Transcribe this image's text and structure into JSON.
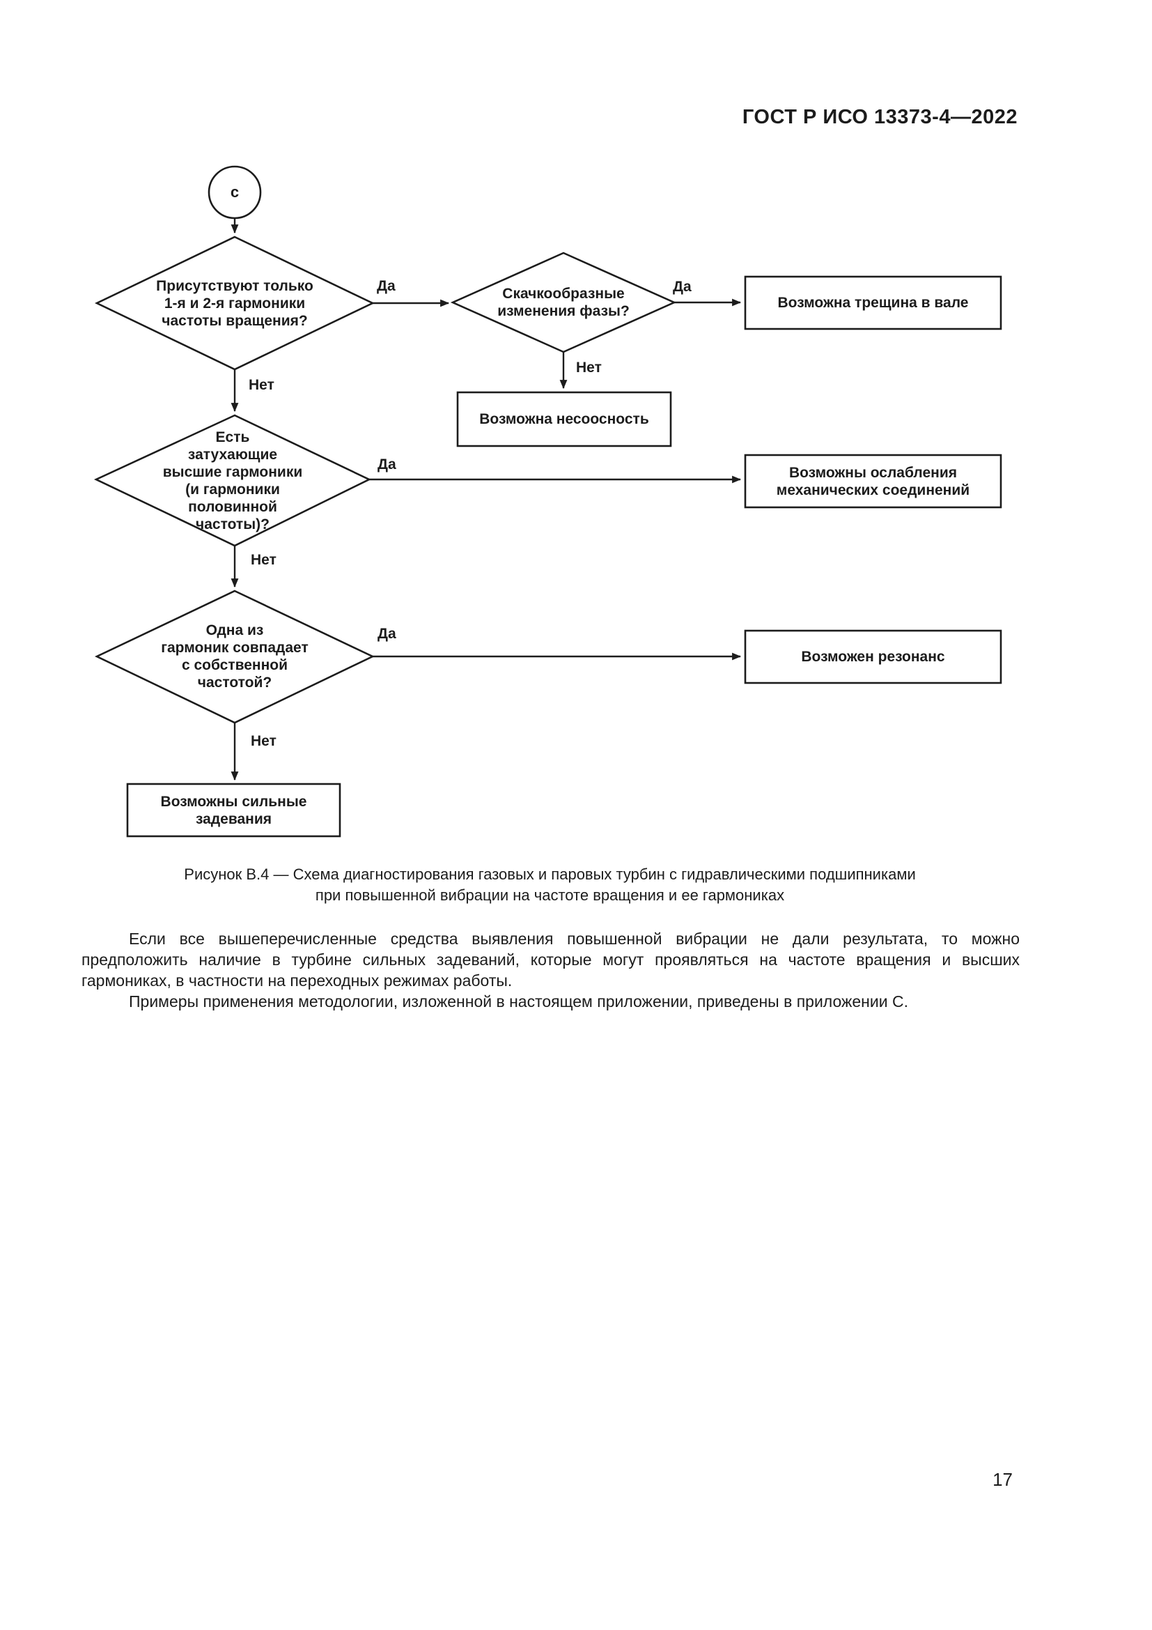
{
  "header": {
    "title": "ГОСТ Р ИСО 13373-4—2022"
  },
  "flowchart": {
    "connector_label": "с",
    "labels": {
      "yes": "Да",
      "no": "Нет"
    },
    "decisions": {
      "harmonics_only": "Присутствуют только\n1-я и 2-я гармоники\nчастоты вращения?",
      "phase_jumps": "Скачкообразные\nизменения фазы?",
      "damped_harmonics": "Есть\nзатухающие\nвысшие гармоники\n(и гармоники половинной\nчастоты)?",
      "natural_frequency": "Одна из\nгармоник совпадает\nс собственной\nчастотой?"
    },
    "outcomes": {
      "shaft_crack": "Возможна трещина в вале",
      "misalignment": "Возможна несоосность",
      "loose_joints": "Возможны ослабления\nмеханических соединений",
      "resonance": "Возможен резонанс",
      "rubbing": "Возможны сильные\nзадевания"
    }
  },
  "caption": "Рисунок В.4 — Схема диагностирования газовых и паровых турбин с гидравлическими подшипниками\nпри повышенной вибрации на частоте вращения и ее гармониках",
  "paragraphs": {
    "p1": "Если все вышеперечисленные средства выявления повышенной вибрации не дали результата, то можно предположить наличие в турбине сильных задеваний, которые могут проявляться на частоте вращения и высших гармониках, в частности на переходных режимах работы.",
    "p2": "Примеры применения методологии, изложенной в настоящем приложении, приведены в приложении С."
  },
  "footer": {
    "page_number": "17"
  }
}
